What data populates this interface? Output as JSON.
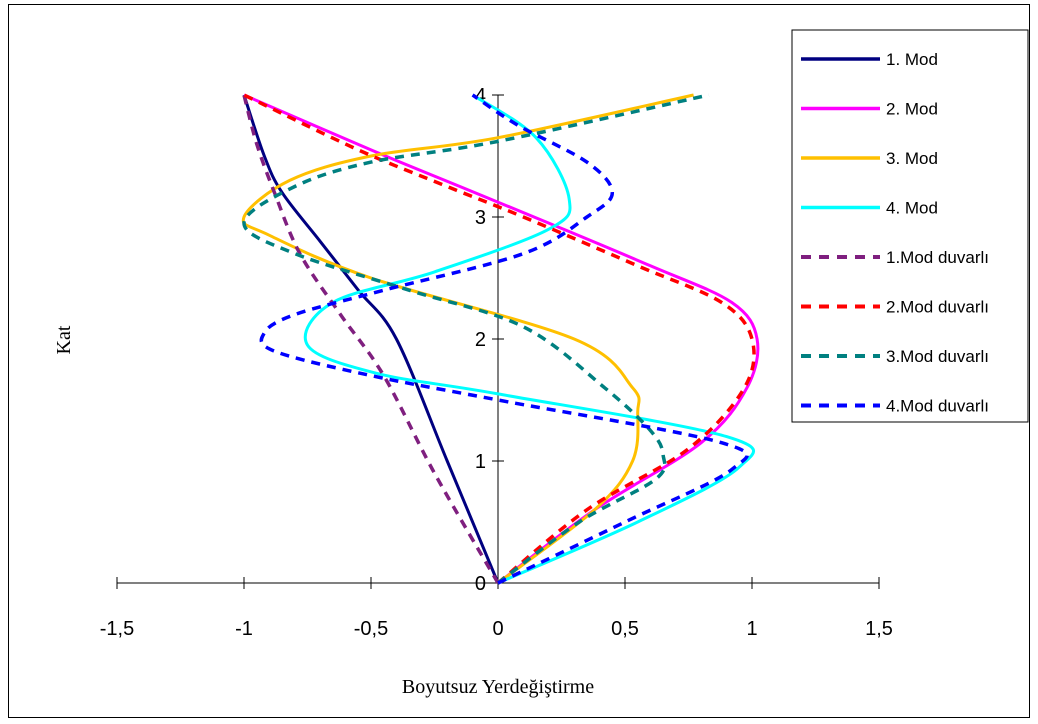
{
  "chart_data": {
    "type": "line",
    "title": "",
    "xlabel": "Boyutsuz Yerdeğiştirme",
    "ylabel": "Kat",
    "xlim": [
      -1.5,
      1.5
    ],
    "ylim": [
      0,
      4
    ],
    "xticks": [
      -1.5,
      -1,
      -0.5,
      0,
      0.5,
      1,
      1.5
    ],
    "xtick_labels": [
      "-1,5",
      "-1",
      "-0,5",
      "0",
      "0,5",
      "1",
      "1,5"
    ],
    "yticks": [
      0,
      1,
      2,
      3,
      4
    ],
    "ytick_labels": [
      "0",
      "1",
      "2",
      "3",
      "4"
    ],
    "grid": false,
    "legend_position": "right",
    "series": [
      {
        "name": "1. Mod",
        "color": "#000080",
        "style": "solid",
        "x": [
          0,
          -0.2,
          -0.4,
          -0.55,
          -0.7,
          -0.85,
          -0.92,
          -1.0
        ],
        "y": [
          0,
          1,
          2,
          2.4,
          2.8,
          3.2,
          3.5,
          4
        ]
      },
      {
        "name": "2. Mod",
        "color": "#ff00ff",
        "style": "solid",
        "x": [
          0,
          0.38,
          0.8,
          0.98,
          1.02,
          0.92,
          0.6,
          0.2,
          -0.15,
          -0.5,
          -1.0
        ],
        "y": [
          0,
          0.6,
          1.15,
          1.6,
          2.0,
          2.3,
          2.6,
          2.95,
          3.25,
          3.55,
          4
        ]
      },
      {
        "name": "3. Mod",
        "color": "#ffc000",
        "style": "solid",
        "x": [
          0,
          0.38,
          0.53,
          0.55,
          0.53,
          0.3,
          -0.5,
          -0.9,
          -1.0,
          -0.82,
          -0.5,
          0,
          0.77
        ],
        "y": [
          0,
          0.6,
          1.0,
          1.4,
          1.6,
          2.0,
          2.5,
          2.85,
          3.0,
          3.3,
          3.5,
          3.65,
          4
        ]
      },
      {
        "name": "4. Mod",
        "color": "#00ffff",
        "style": "solid",
        "x": [
          0,
          0.55,
          0.95,
          0.9,
          0.0,
          -0.48,
          -0.75,
          -0.65,
          -0.25,
          0.2,
          0.28,
          0.15,
          -0.1
        ],
        "y": [
          0,
          0.5,
          0.95,
          1.2,
          1.55,
          1.72,
          1.95,
          2.3,
          2.55,
          2.9,
          3.15,
          3.65,
          4
        ]
      },
      {
        "name": "1.Mod duvarlı",
        "color": "#7f1f7f",
        "style": "dashed",
        "x": [
          0,
          -0.25,
          -0.45,
          -0.62,
          -0.78,
          -0.88,
          -0.95,
          -1.0
        ],
        "y": [
          0,
          0.9,
          1.7,
          2.2,
          2.7,
          3.2,
          3.6,
          4
        ]
      },
      {
        "name": "2.Mod duvarlı",
        "color": "#ff0000",
        "style": "dashed",
        "x": [
          0,
          0.35,
          0.75,
          0.97,
          1.0,
          0.88,
          0.55,
          0.1,
          -0.2,
          -0.55,
          -1.0
        ],
        "y": [
          0,
          0.6,
          1.1,
          1.6,
          2.0,
          2.3,
          2.6,
          3.0,
          3.25,
          3.55,
          4
        ]
      },
      {
        "name": "3.Mod duvarlı",
        "color": "#008080",
        "style": "dashed",
        "x": [
          0,
          0.32,
          0.62,
          0.65,
          0.6,
          0.42,
          0.1,
          -0.35,
          -0.8,
          -1.0,
          -0.8,
          -0.5,
          0,
          0.83
        ],
        "y": [
          0,
          0.5,
          0.85,
          1.05,
          1.25,
          1.6,
          2.1,
          2.4,
          2.7,
          2.95,
          3.25,
          3.45,
          3.62,
          4
        ]
      },
      {
        "name": "4.Mod duvarlı",
        "color": "#0000ff",
        "style": "dashed",
        "x": [
          0,
          0.5,
          0.92,
          0.88,
          0.0,
          -0.5,
          -0.88,
          -0.92,
          -0.8,
          -0.45,
          0.1,
          0.35,
          0.45,
          0.35,
          0.08,
          -0.1
        ],
        "y": [
          0,
          0.5,
          0.93,
          1.15,
          1.5,
          1.7,
          1.9,
          2.05,
          2.2,
          2.4,
          2.7,
          3.0,
          3.2,
          3.45,
          3.75,
          4
        ]
      }
    ]
  }
}
